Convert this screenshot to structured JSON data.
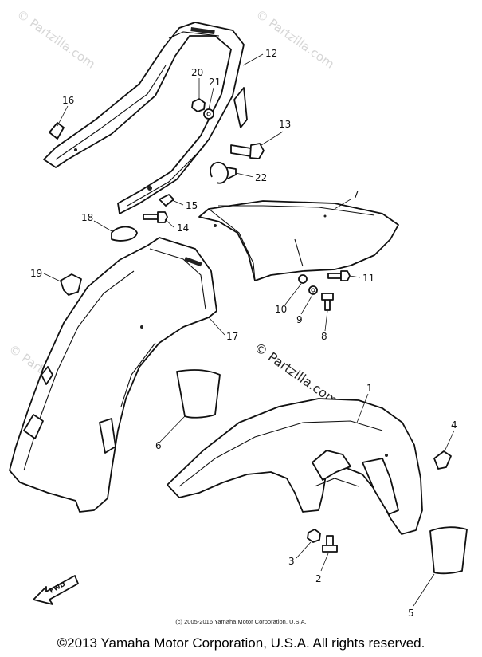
{
  "watermark": "© Partzilla.com",
  "diagram_copyright": "(c) 2005-2016 Yamaha Motor Corporation, U.S.A.",
  "footer_copyright": "©2013 Yamaha Motor Corporation, U.S.A. All rights reserved.",
  "direction_arrow_label": "FWD",
  "callouts": {
    "c1": "1",
    "c2": "2",
    "c3": "3",
    "c4": "4",
    "c5": "5",
    "c6": "6",
    "c7": "7",
    "c8": "8",
    "c9": "9",
    "c10": "10",
    "c11": "11",
    "c12": "12",
    "c13": "13",
    "c14": "14",
    "c15": "15",
    "c16": "16",
    "c17": "17",
    "c18": "18",
    "c19": "19",
    "c20": "20",
    "c21": "21",
    "c22": "22"
  }
}
